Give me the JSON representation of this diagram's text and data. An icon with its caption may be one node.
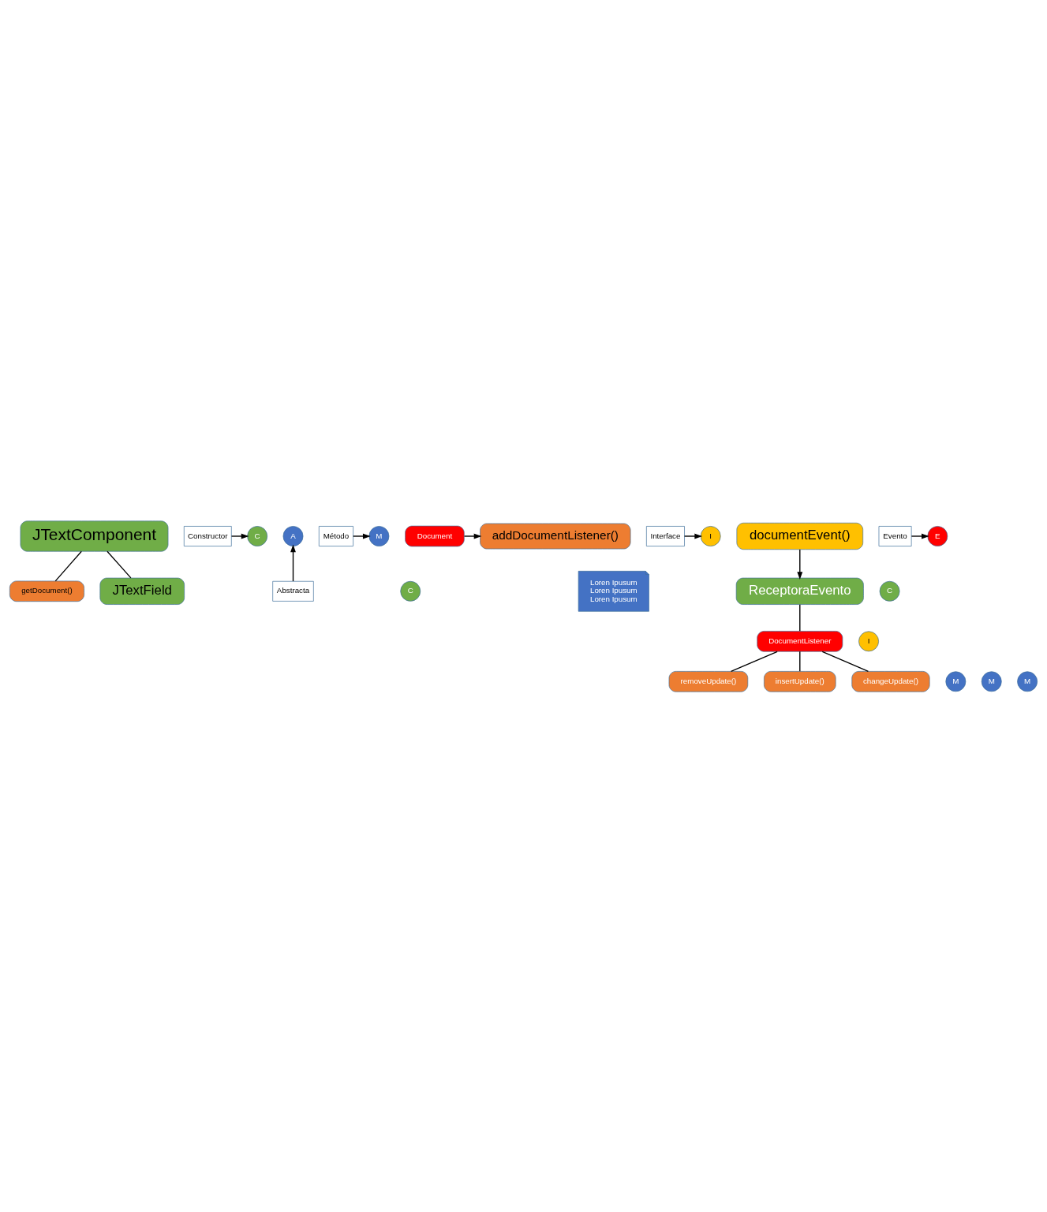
{
  "diagram": {
    "nodes": [
      {
        "text": [
          "JTextComponent"
        ]
      },
      {
        "text": [
          "C"
        ]
      },
      {
        "text": [
          "A"
        ]
      },
      {
        "text": [
          "Constructor"
        ]
      },
      {
        "text": [
          "getDocument()"
        ]
      },
      {
        "text": [
          "Abstracta"
        ]
      },
      {
        "text": [
          "JTextField"
        ]
      },
      {
        "text": [
          "C"
        ]
      },
      {
        "text": [
          "Loren Ipusum",
          "Loren Ipusum",
          "Loren Ipusum"
        ]
      },
      {
        "text": [
          "Método"
        ]
      },
      {
        "text": [
          "M"
        ]
      },
      {
        "text": [
          "addDocumentListener()"
        ]
      },
      {
        "text": [
          "Document"
        ]
      },
      {
        "text": [
          "I"
        ]
      },
      {
        "text": [
          "Interface"
        ]
      },
      {
        "text": [
          "documentEvent()"
        ]
      },
      {
        "text": [
          "E"
        ]
      },
      {
        "text": [
          "Evento"
        ]
      },
      {
        "text": [
          "ReceptoraEvento"
        ]
      },
      {
        "text": [
          "C"
        ]
      },
      {
        "text": [
          "DocumentListener"
        ]
      },
      {
        "text": [
          "I"
        ]
      },
      {
        "text": [
          "removeUpdate()"
        ]
      },
      {
        "text": [
          "M"
        ]
      },
      {
        "text": [
          "insertUpdate()"
        ]
      },
      {
        "text": [
          "M"
        ]
      },
      {
        "text": [
          "changeUpdate()"
        ]
      },
      {
        "text": [
          "M"
        ]
      }
    ],
    "edges": [
      {
        "from": 3,
        "to": 1,
        "arrow": "to"
      },
      {
        "from": 0,
        "to": 4,
        "arrow": "none"
      },
      {
        "from": 5,
        "to": 2,
        "arrow": "to"
      },
      {
        "from": 0,
        "to": 6,
        "arrow": "none"
      },
      {
        "from": 9,
        "to": 10,
        "arrow": "to"
      },
      {
        "from": 12,
        "to": 11,
        "arrow": "to"
      },
      {
        "from": 14,
        "to": 13,
        "arrow": "to"
      },
      {
        "from": 17,
        "to": 16,
        "arrow": "to"
      },
      {
        "from": 15,
        "to": 18,
        "arrow": "to"
      },
      {
        "from": 18,
        "to": 20,
        "arrow": "none"
      },
      {
        "from": 20,
        "to": 22,
        "arrow": "none"
      },
      {
        "from": 20,
        "to": 24,
        "arrow": "none"
      },
      {
        "from": 20,
        "to": 26,
        "arrow": "none"
      }
    ]
  }
}
